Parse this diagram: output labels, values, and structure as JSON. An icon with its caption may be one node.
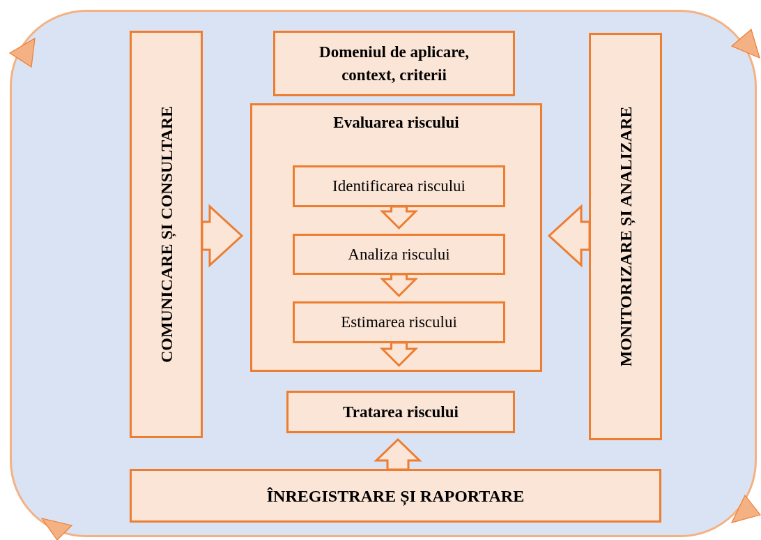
{
  "diagram": {
    "nodes": [
      {
        "text": [],
        "shape": "box"
      },
      {
        "text": [
          "COMUNICARE ȘI CONSULTARE"
        ],
        "in": 0
      },
      {
        "text": [
          "Domeniul de aplicare, context, criterii"
        ],
        "in": 0
      },
      {
        "text": [
          "Evaluarea riscului"
        ],
        "in": 0
      },
      {
        "text": [
          "Identificarea riscului"
        ],
        "in": 3
      },
      {
        "text": [
          "Analiza riscului"
        ],
        "in": 3
      },
      {
        "text": [
          "Estimarea riscului"
        ],
        "in": 3
      },
      {
        "text": [
          "MONITORIZARE ȘI ANALIZARE"
        ],
        "in": 0
      },
      {
        "text": [
          "Tratarea riscului"
        ],
        "in": 0
      },
      {
        "text": [
          "ÎNREGISTRARE ȘI RAPORTARE"
        ],
        "in": 0
      }
    ],
    "edges": [
      {
        "from": 1,
        "to": 3,
        "arrow": "to"
      },
      {
        "from": 7,
        "to": 3,
        "arrow": "to"
      },
      {
        "from": 4,
        "to": 5,
        "arrow": "to"
      },
      {
        "from": 5,
        "to": 6,
        "arrow": "to"
      },
      {
        "from": 6,
        "to": 8,
        "arrow": "to"
      },
      {
        "from": 9,
        "to": 8,
        "arrow": "to"
      }
    ]
  }
}
